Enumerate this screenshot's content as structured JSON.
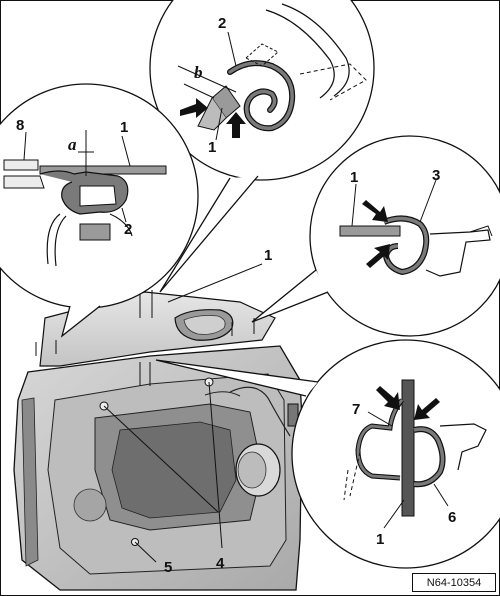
{
  "figure": {
    "reference_number": "N64-10354",
    "callouts": {
      "top_number_2": "2",
      "top_dim_b": "b",
      "top_number_1": "1",
      "left_number_8": "8",
      "left_dim_a": "a",
      "left_number_1": "1",
      "left_number_2": "2",
      "right_number_1": "1",
      "right_number_3": "3",
      "center_number_1": "1",
      "bottom_number_7": "7",
      "bottom_number_6": "6",
      "bottom_number_1": "1",
      "door_number_4": "4",
      "door_number_5": "5"
    }
  },
  "colors": {
    "line": "#111111",
    "glass_grey": "#bdbdbd",
    "door_grey": "#c9c9c9",
    "dark_seal": "#7a7a7a",
    "frame_dark": "#555555"
  }
}
